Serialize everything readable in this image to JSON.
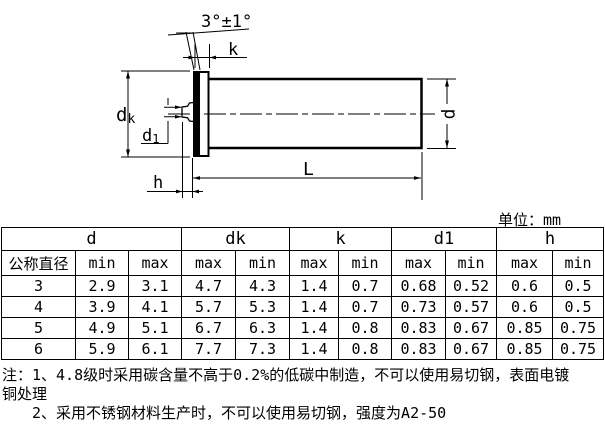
{
  "unit_label": "单位：mm",
  "drawing": {
    "labels": {
      "angle": "3°±1°",
      "k": "k",
      "dk_d": "d",
      "dk_sub": "k",
      "d1_d": "d",
      "d1_sub": "1",
      "h": "h",
      "L": "L",
      "d": "d"
    }
  },
  "table": {
    "group_headers": [
      "d",
      "dk",
      "k",
      "d1",
      "h"
    ],
    "first_col_header": "公称直径",
    "sub_headers": [
      "min",
      "max",
      "max",
      "min",
      "max",
      "min",
      "max",
      "min",
      "max",
      "min"
    ],
    "rows": [
      {
        "size": "3",
        "values": [
          "2.9",
          "3.1",
          "4.7",
          "4.3",
          "1.4",
          "0.7",
          "0.68",
          "0.52",
          "0.6",
          "0.5"
        ]
      },
      {
        "size": "4",
        "values": [
          "3.9",
          "4.1",
          "5.7",
          "5.3",
          "1.4",
          "0.7",
          "0.73",
          "0.57",
          "0.6",
          "0.5"
        ]
      },
      {
        "size": "5",
        "values": [
          "4.9",
          "5.1",
          "6.7",
          "6.3",
          "1.4",
          "0.8",
          "0.83",
          "0.67",
          "0.85",
          "0.75"
        ]
      },
      {
        "size": "6",
        "values": [
          "5.9",
          "6.1",
          "7.7",
          "7.3",
          "1.4",
          "0.8",
          "0.83",
          "0.67",
          "0.85",
          "0.75"
        ]
      }
    ]
  },
  "notes": {
    "line1": "注：1、4.8级时采用碳含量不高于0.2%的低碳中制造，不可以使用易切钢，表面电镀",
    "line2": "铜处理",
    "line3": "2、采用不锈钢材料生产时，不可以使用易切钢，强度为A2-50"
  }
}
